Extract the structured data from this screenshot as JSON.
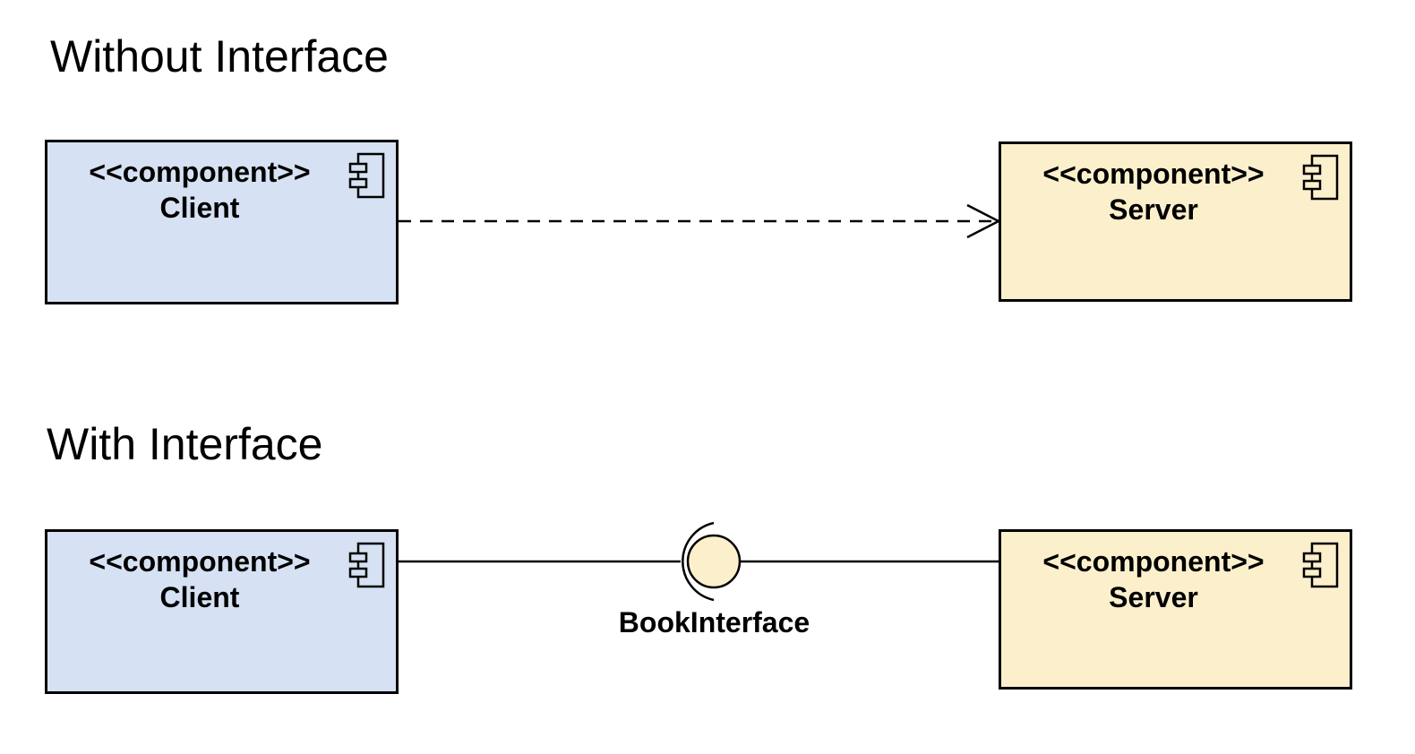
{
  "sections": {
    "without": {
      "title": "Without Interface"
    },
    "with": {
      "title": "With Interface"
    }
  },
  "components": {
    "client_top": {
      "stereotype": "<<component>>",
      "name": "Client"
    },
    "server_top": {
      "stereotype": "<<component>>",
      "name": "Server"
    },
    "client_bottom": {
      "stereotype": "<<component>>",
      "name": "Client"
    },
    "server_bottom": {
      "stereotype": "<<component>>",
      "name": "Server"
    }
  },
  "interface": {
    "name": "BookInterface"
  },
  "colors": {
    "client_fill": "#d6e2f3",
    "server_fill": "#fcf0cc",
    "interface_fill": "#fcf0cc",
    "stroke": "#000000"
  },
  "icons": {
    "component": "component-icon"
  }
}
